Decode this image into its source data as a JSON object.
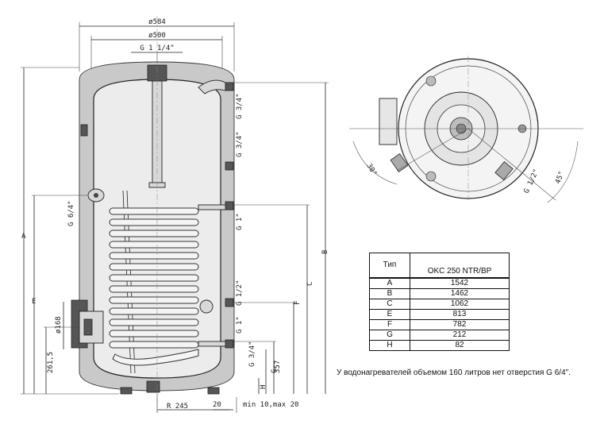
{
  "labels": {
    "dia_outer": "ø584",
    "dia_inner": "ø500",
    "top_fitting": "G 1 1/4\"",
    "port_g34_top": "G 3/4\"",
    "port_g34_mid": "G 3/4\"",
    "port_g1_upper": "G 1\"",
    "port_g12": "G 1/2\"",
    "port_g1_lower": "G 1\"",
    "port_g34_bottom": "G 3/4\"",
    "flange_g64": "G 6/4\"",
    "dim_A": "A",
    "dim_B": "B",
    "dim_C": "C",
    "dim_E": "E",
    "dim_F": "F",
    "dim_G": "G",
    "dim_H": "H",
    "dim_168": "ø168",
    "dim_261": "261,5",
    "dim_357": "357",
    "dim_R245": "R 245",
    "dim_20a": "20",
    "dim_feet": "min 10,max 20",
    "top_angle_30": "30°",
    "top_angle_45": "45°",
    "top_port": "G 1/2\""
  },
  "table": {
    "header_type": "Тип",
    "header_model": "OKC 250 NTR/BP",
    "rows": [
      {
        "type": "A",
        "value": "1542"
      },
      {
        "type": "B",
        "value": "1462"
      },
      {
        "type": "C",
        "value": "1062"
      },
      {
        "type": "E",
        "value": "813"
      },
      {
        "type": "F",
        "value": "782"
      },
      {
        "type": "G",
        "value": "212"
      },
      {
        "type": "H",
        "value": "82"
      }
    ]
  },
  "note": "У водонагревателей объемом 160 литров нет отверстия G 6/4\"."
}
